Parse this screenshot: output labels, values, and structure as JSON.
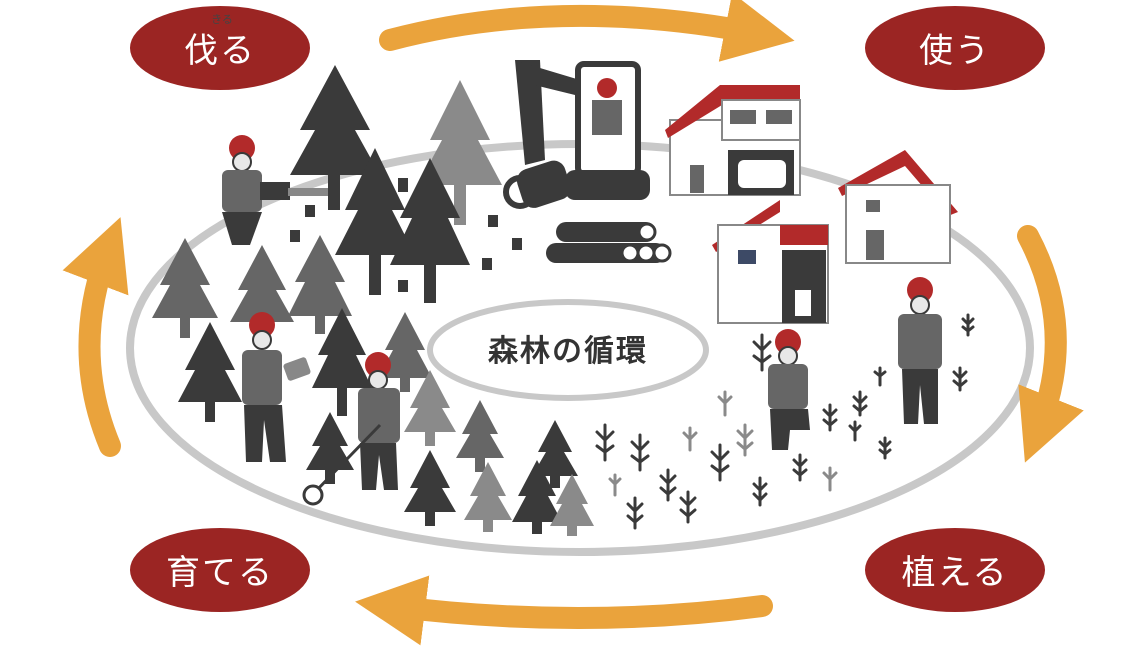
{
  "center_title": "森林の循環",
  "stages": {
    "cut": {
      "label": "伐る",
      "ruby": "きる"
    },
    "use": {
      "label": "使う"
    },
    "plant": {
      "label": "植える"
    },
    "grow": {
      "label": "育てる"
    }
  },
  "colors": {
    "badge": "#9b2523",
    "arrow": "#eaa33c",
    "ring": "#c8c8c8",
    "tree_dark": "#3a3a3a",
    "tree_mid": "#666666",
    "tree_light": "#8a8a8a",
    "helmet": "#b22a2a",
    "roof": "#b22a2a"
  },
  "icons": [
    "excavator-icon",
    "log-pile-icon",
    "house-icon",
    "worker-icon",
    "chainsaw-icon",
    "tablet-icon",
    "brush-cutter-icon",
    "seedling-icon",
    "conifer-tree-icon"
  ]
}
